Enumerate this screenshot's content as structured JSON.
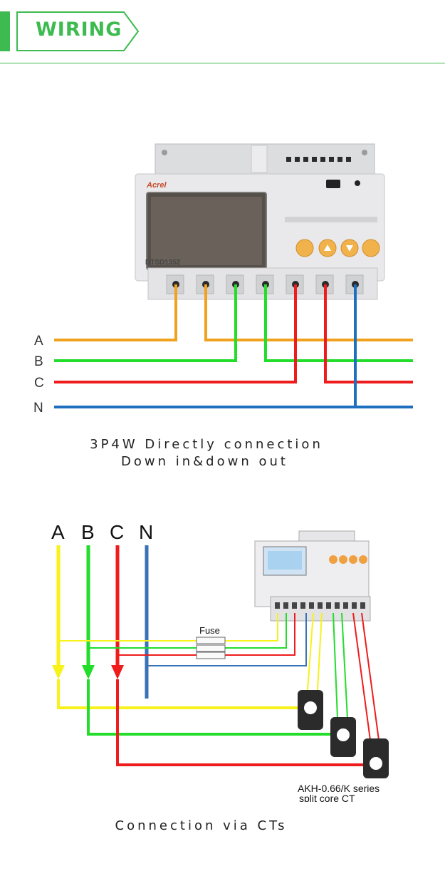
{
  "header": {
    "title": "WIRING"
  },
  "diagram1": {
    "phase_labels": [
      "A",
      "B",
      "C",
      "N"
    ],
    "meter_brand": "Acrel",
    "meter_model": "DTSD1352",
    "caption_line1": "3P4W  Directly connection",
    "caption_line2": "Down in&down out"
  },
  "diagram2": {
    "phase_labels": [
      "A",
      "B",
      "C",
      "N"
    ],
    "fuse_label": "Fuse",
    "ct_label_line1": "AKH-0.66/K  series",
    "ct_label_line2": "split core CT",
    "caption": "Connection via CTs"
  },
  "colors": {
    "accent": "#3dbb50",
    "phase_a_top": "#f0a21e",
    "phase_b": "#22dd2a",
    "phase_c": "#ee1c1c",
    "neutral": "#1f6fbf",
    "phase_a_bottom": "#f6f21a"
  }
}
